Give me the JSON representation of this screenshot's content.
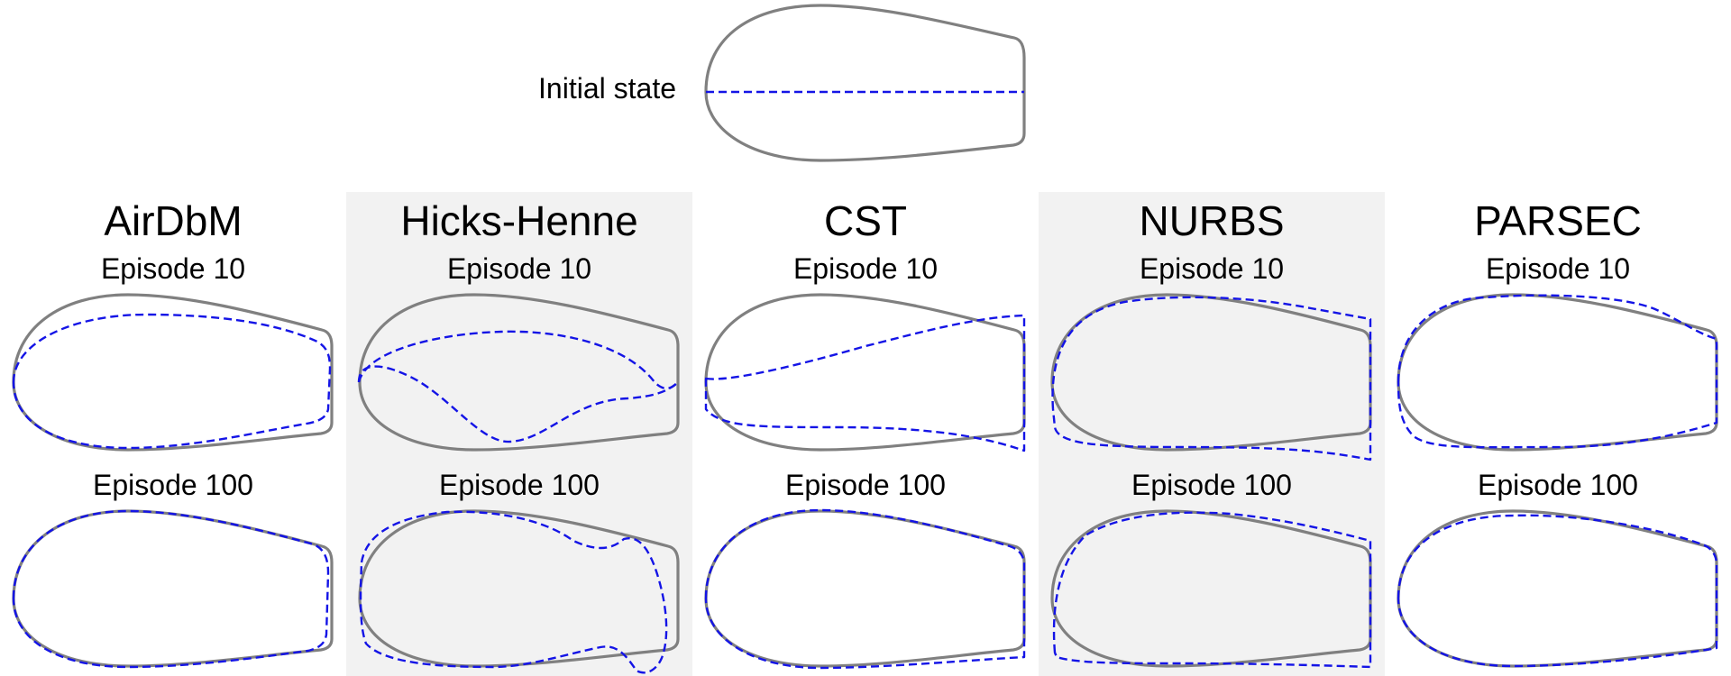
{
  "initial": {
    "label": "Initial state"
  },
  "columns": [
    {
      "title": "AirDbM",
      "ep_a": "Episode 10",
      "ep_b": "Episode 100",
      "shaded": false
    },
    {
      "title": "Hicks-Henne",
      "ep_a": "Episode 10",
      "ep_b": "Episode 100",
      "shaded": true
    },
    {
      "title": "CST",
      "ep_a": "Episode 10",
      "ep_b": "Episode 100",
      "shaded": false
    },
    {
      "title": "NURBS",
      "ep_a": "Episode 10",
      "ep_b": "Episode 100",
      "shaded": true
    },
    {
      "title": "PARSEC",
      "ep_a": "Episode 10",
      "ep_b": "Episode 100",
      "shaded": false
    }
  ],
  "colors": {
    "reference": "#808080",
    "optimized": "#1414e6",
    "panel": "#f2f2f2"
  }
}
